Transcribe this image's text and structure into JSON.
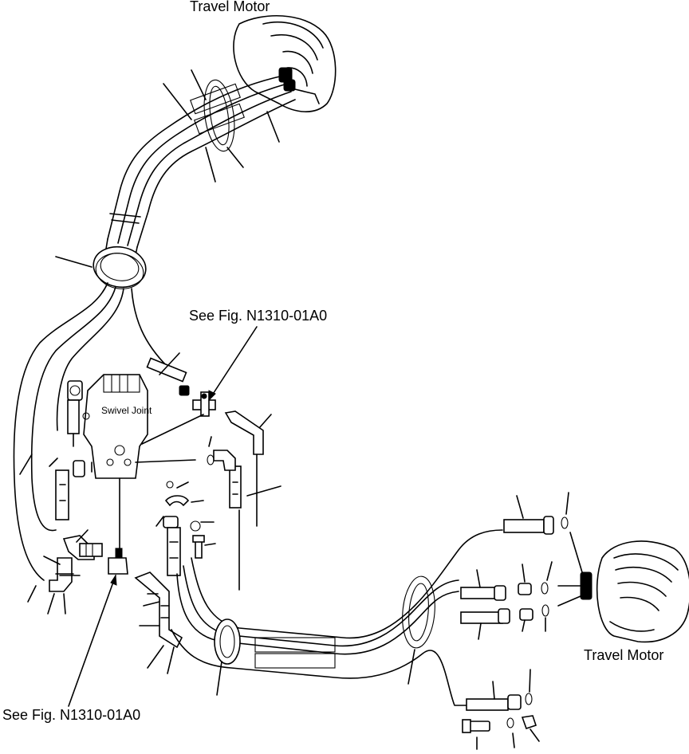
{
  "labels": {
    "travel_motor_top": "Travel Motor",
    "travel_motor_right": "Travel Motor",
    "swivel_joint": "Swivel Joint",
    "see_fig_upper": "See Fig. N1310-01A0",
    "see_fig_lower": "See Fig. N1310-01A0"
  }
}
